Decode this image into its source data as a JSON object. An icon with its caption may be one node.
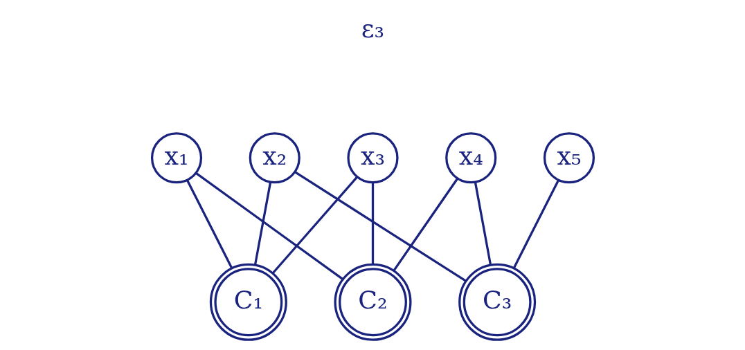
{
  "diagram": {
    "nodes": [
      {
        "text": [
          "x₁"
        ]
      },
      {
        "text": [
          "x₂"
        ]
      },
      {
        "text": [
          "x₃"
        ]
      },
      {
        "text": [
          "x₄"
        ]
      },
      {
        "text": [
          "x₅"
        ]
      },
      {
        "text": [
          "C₁"
        ]
      },
      {
        "text": [
          "C₂"
        ]
      },
      {
        "text": [
          "C₃"
        ]
      }
    ],
    "edges": [
      {
        "from": 0,
        "to": 5,
        "arrow": "none"
      },
      {
        "from": 1,
        "to": 5,
        "arrow": "none"
      },
      {
        "from": 2,
        "to": 5,
        "arrow": "none"
      },
      {
        "from": 2,
        "to": 6,
        "arrow": "none"
      },
      {
        "from": 3,
        "to": 6,
        "arrow": "none"
      },
      {
        "from": 3,
        "to": 7,
        "arrow": "none"
      },
      {
        "from": 4,
        "to": 7,
        "arrow": "none"
      },
      {
        "from": 1,
        "to": 7,
        "arrow": "none"
      },
      {
        "from": 0,
        "to": 6,
        "arrow": "none"
      }
    ],
    "labels": [
      "ε₃"
    ]
  }
}
